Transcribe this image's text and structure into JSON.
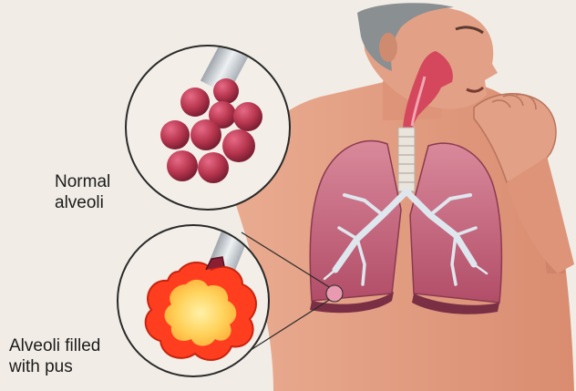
{
  "labels": {
    "normal": {
      "line1": "Normal",
      "line2": "alveoli"
    },
    "pus": {
      "line1": "Alveoli filled",
      "line2": "with pus"
    }
  },
  "colors": {
    "background": "#f1ede6",
    "skin": "#e7a488",
    "skin_shadow": "#c97c62",
    "hair": "#8a8f92",
    "lung": "#c45f78",
    "lung_dark": "#7a2f45",
    "bronchi": "#dfe7ee",
    "alveoli_normal": "#b8364f",
    "pus_ring": "#ff3d1f",
    "pus_core": "#ffd86a",
    "outline": "#2a2a2a"
  }
}
